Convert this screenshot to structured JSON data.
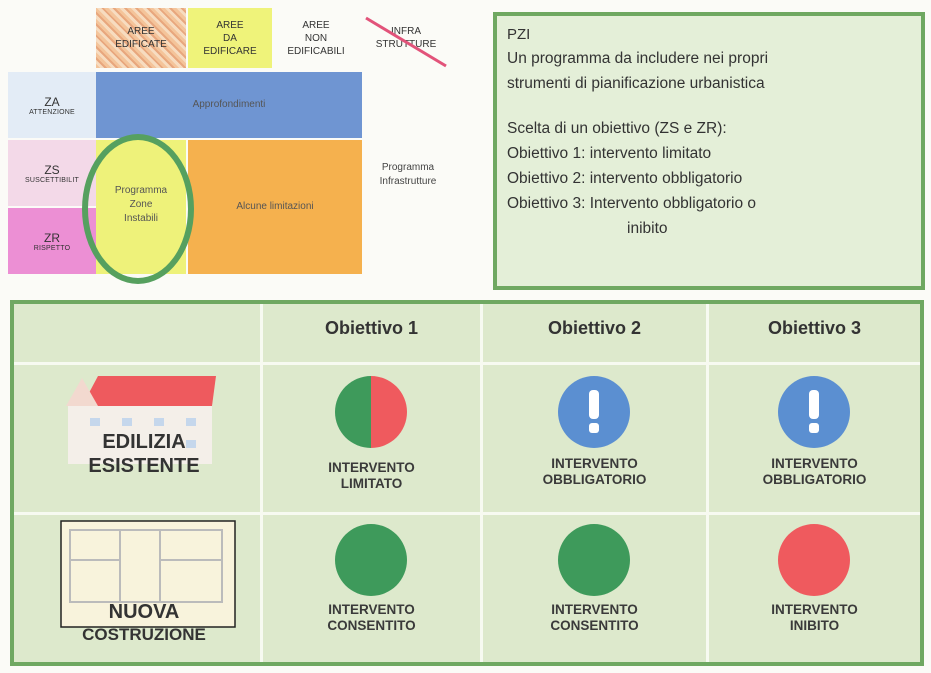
{
  "matrix": {
    "columns": [
      {
        "line1": "AREE",
        "line2": "EDIFICATE"
      },
      {
        "line1": "AREE",
        "line2": "DA",
        "line3": "EDIFICARE"
      },
      {
        "line1": "AREE",
        "line2": "NON",
        "line3": "EDIFICABILI"
      },
      {
        "line1": "INFRA",
        "line2": "STRUTTURE"
      }
    ],
    "rows": [
      {
        "code": "ZA",
        "name": "ATTENZIONE"
      },
      {
        "code": "ZS",
        "name": "SUSCETTIBILIT"
      },
      {
        "code": "ZR",
        "name": "RISPETTO"
      }
    ],
    "approfondimenti": "Approfondimenti",
    "programma_zone": [
      "Programma",
      "Zone",
      "Instabili"
    ],
    "alcune_limitazioni": "Alcune limitazioni",
    "programma_infra": [
      "Programma",
      "Infrastrutture"
    ]
  },
  "pzi": {
    "title": "PZI",
    "lines": [
      "Un programma da includere nei propri",
      "strumenti di pianificazione urbanistica",
      "",
      "Scelta di un obiettivo (ZS e ZR):",
      "Obiettivo 1: intervento limitato",
      "Obiettivo 2: intervento obbligatorio",
      "Obiettivo 3: Intervento obbligatorio o",
      "inibito"
    ]
  },
  "table": {
    "headers": [
      "Obiettivo 1",
      "Obiettivo 2",
      "Obiettivo 3"
    ],
    "rows": [
      {
        "label": [
          "EDILIZIA",
          "ESISTENTE"
        ],
        "cells": [
          {
            "icon": "half-green-red-circle",
            "text": [
              "INTERVENTO",
              "LIMITATO"
            ]
          },
          {
            "icon": "blue-exclamation-circle",
            "text": [
              "INTERVENTO",
              "OBBLIGATORIO"
            ]
          },
          {
            "icon": "blue-exclamation-circle",
            "text": [
              "INTERVENTO",
              "OBBLIGATORIO"
            ]
          }
        ]
      },
      {
        "label": [
          "NUOVA",
          "COSTRUZIONE"
        ],
        "cells": [
          {
            "icon": "green-circle",
            "text": [
              "INTERVENTO",
              "CONSENTITO"
            ]
          },
          {
            "icon": "green-circle",
            "text": [
              "INTERVENTO",
              "CONSENTITO"
            ]
          },
          {
            "icon": "red-circle",
            "text": [
              "INTERVENTO",
              "INIBITO"
            ]
          }
        ]
      }
    ]
  },
  "colors": {
    "green": "#3e9a5b",
    "red": "#ef5a5e",
    "blue": "#5b8fd1",
    "border_green": "#6fa861",
    "panel_bg": "#dde9cc"
  }
}
